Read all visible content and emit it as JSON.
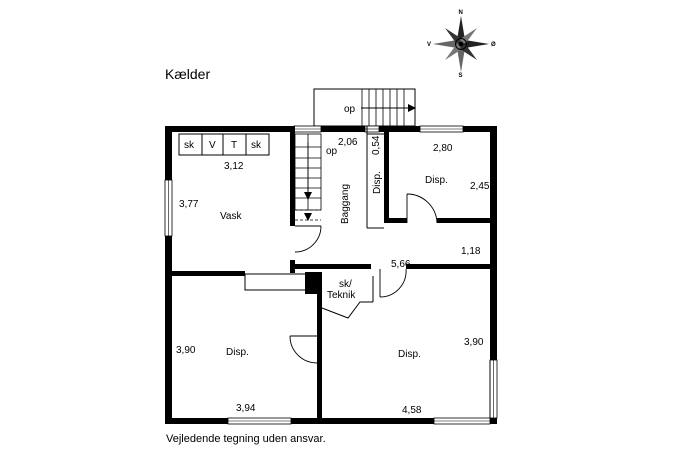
{
  "title": "Kælder",
  "footer": "Vejledende tegning uden ansvar.",
  "compass": {
    "n": "N",
    "s": "S",
    "w": "V",
    "e": "Ø"
  },
  "appliances": [
    "sk",
    "V",
    "T",
    "sk"
  ],
  "stairs": {
    "outside_label": "op",
    "inside_label": "op"
  },
  "rooms": {
    "vask": "Vask",
    "baggang": "Baggang",
    "disp_small": "Disp.",
    "disp_top_right": "Disp.",
    "teknik_line1": "sk/",
    "teknik_line2": "Teknik",
    "disp_bottom_left": "Disp.",
    "disp_bottom_right": "Disp."
  },
  "dimensions": {
    "vask_width": "3,12",
    "vask_height": "3,77",
    "baggang_width": "2,06",
    "disp_small_width": "0,54",
    "disp_tr_width": "2,80",
    "disp_tr_height": "2,45",
    "hall_height": "1,18",
    "hall_width": "5,66",
    "bl_height": "3,90",
    "bl_width": "3,94",
    "br_height": "3,90",
    "br_width": "4,58"
  }
}
